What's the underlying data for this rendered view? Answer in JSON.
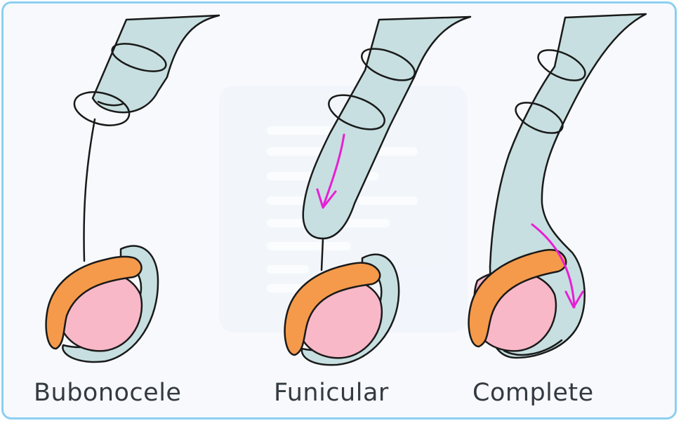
{
  "colors": {
    "border": "#8ccff0",
    "background": "#f7f9fc",
    "sac": "#c7dfe0",
    "testis": "#f8b8c8",
    "epididymis": "#f59a4a",
    "arrow": "#e81ed6",
    "outline": "#1a1a1a"
  },
  "panels": [
    {
      "label": "Bubonocele"
    },
    {
      "label": "Funicular"
    },
    {
      "label": "Complete"
    }
  ]
}
